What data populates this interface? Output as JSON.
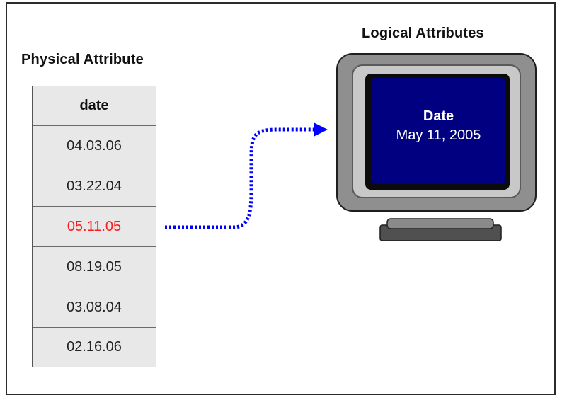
{
  "physical": {
    "title": "Physical Attribute",
    "header": "date",
    "rows": [
      "04.03.06",
      "03.22.04",
      "05.11.05",
      "08.19.05",
      "03.08.04",
      "02.16.06"
    ],
    "highlight_color": "#ff1a1a"
  },
  "logical": {
    "title": "Logical Attributes",
    "screen_label": "Date",
    "screen_value": "May 11, 2005",
    "screen_color": "#000080"
  },
  "arrow": {
    "style": "dotted",
    "color": "#0000ff"
  }
}
